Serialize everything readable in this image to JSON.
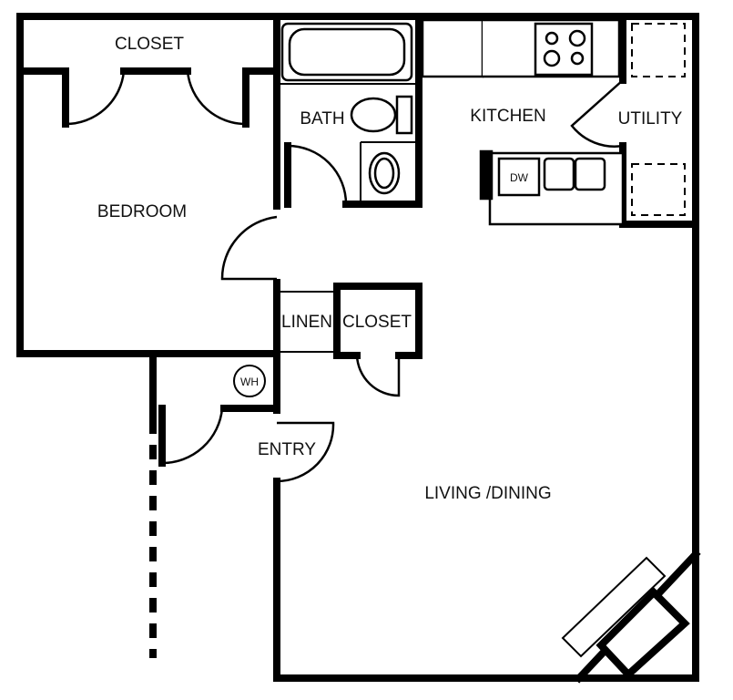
{
  "rooms": {
    "closet_bedroom": "CLOSET",
    "bedroom": "BEDROOM",
    "bath": "BATH",
    "kitchen": "KITCHEN",
    "utility": "UTILITY",
    "linen": "LINEN",
    "closet_hall": "CLOSET",
    "entry": "ENTRY",
    "living_dining": "LIVING /DINING"
  },
  "fixtures": {
    "dishwasher": "DW",
    "water_heater": "WH"
  },
  "colors": {
    "wall": "#000000",
    "fixture": "#000000",
    "background": "#ffffff"
  }
}
